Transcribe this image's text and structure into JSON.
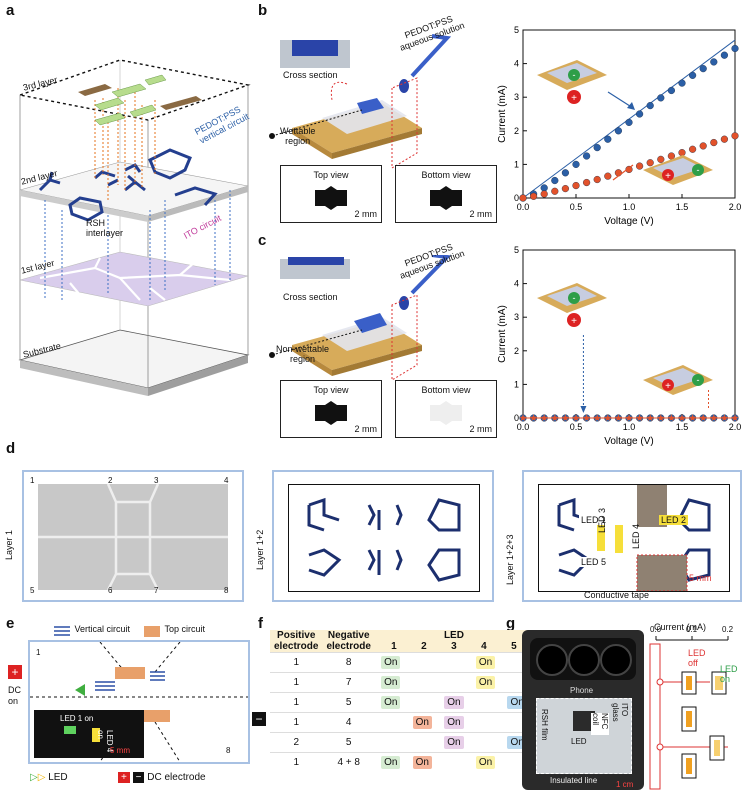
{
  "panels": {
    "a": "a",
    "b": "b",
    "c": "c",
    "d": "d",
    "e": "e",
    "f": "f",
    "g": "g"
  },
  "a": {
    "layer3": "3rd layer",
    "layer2": "2nd layer",
    "layer1": "1st layer",
    "substrate": "Substrate",
    "pedot": "PEDOT:PSS",
    "vertical": "vertical circuit",
    "rsh": "RSH",
    "interlayer": "interlayer",
    "ito": "ITO circuit"
  },
  "b": {
    "cross_section": "Cross section",
    "pedot": "PEDOT:PSS",
    "aqueous": "aqueous solution",
    "region": "Wettable",
    "region2": "region",
    "top_view": "Top view",
    "bottom_view": "Bottom view",
    "scale": "2 mm"
  },
  "c": {
    "cross_section": "Cross section",
    "pedot": "PEDOT:PSS",
    "aqueous": "aqueous solution",
    "region": "Non-wettable",
    "region2": "region",
    "top_view": "Top view",
    "bottom_view": "Bottom view",
    "scale": "2 mm"
  },
  "chart_data": [
    {
      "type": "scatter",
      "xlabel": "Voltage (V)",
      "ylabel": "Current (mA)",
      "xlim": [
        0,
        2.0
      ],
      "ylim": [
        0,
        5
      ],
      "xticks": [
        "0.0",
        "0.5",
        "1.0",
        "1.5",
        "2.0"
      ],
      "yticks": [
        "0",
        "1",
        "2",
        "3",
        "4",
        "5"
      ],
      "series": [
        {
          "color": "#2b5fa6",
          "x": [
            0,
            0.1,
            0.2,
            0.3,
            0.4,
            0.5,
            0.6,
            0.7,
            0.8,
            0.9,
            1.0,
            1.1,
            1.2,
            1.3,
            1.4,
            1.5,
            1.6,
            1.7,
            1.8,
            1.9,
            2.0
          ],
          "y": [
            0,
            0.12,
            0.3,
            0.52,
            0.75,
            1.0,
            1.25,
            1.5,
            1.75,
            2.0,
            2.25,
            2.5,
            2.75,
            2.98,
            3.2,
            3.42,
            3.65,
            3.85,
            4.05,
            4.25,
            4.45
          ]
        },
        {
          "color": "#e2522b",
          "x": [
            0,
            0.1,
            0.2,
            0.3,
            0.4,
            0.5,
            0.6,
            0.7,
            0.8,
            0.9,
            1.0,
            1.1,
            1.2,
            1.3,
            1.4,
            1.5,
            1.6,
            1.7,
            1.8,
            1.9,
            2.0
          ],
          "y": [
            0,
            0.05,
            0.12,
            0.2,
            0.28,
            0.37,
            0.46,
            0.55,
            0.65,
            0.75,
            0.85,
            0.95,
            1.05,
            1.15,
            1.25,
            1.35,
            1.45,
            1.55,
            1.65,
            1.75,
            1.85
          ]
        }
      ],
      "fit_line": {
        "x": [
          0,
          2.0
        ],
        "y": [
          0,
          4.7
        ]
      }
    },
    {
      "type": "scatter",
      "xlabel": "Voltage (V)",
      "ylabel": "Current (mA)",
      "xlim": [
        0,
        2.0
      ],
      "ylim": [
        0,
        5
      ],
      "xticks": [
        "0.0",
        "0.5",
        "1.0",
        "1.5",
        "2.0"
      ],
      "yticks": [
        "0",
        "1",
        "2",
        "3",
        "4",
        "5"
      ],
      "series": [
        {
          "color": "#2b5fa6",
          "x": [
            0,
            0.1,
            0.2,
            0.3,
            0.4,
            0.5,
            0.6,
            0.7,
            0.8,
            0.9,
            1.0,
            1.1,
            1.2,
            1.3,
            1.4,
            1.5,
            1.6,
            1.7,
            1.8,
            1.9,
            2.0
          ],
          "y": [
            0,
            0,
            0,
            0,
            0,
            0,
            0,
            0,
            0,
            0,
            0,
            0,
            0,
            0,
            0,
            0,
            0,
            0,
            0,
            0,
            0
          ]
        },
        {
          "color": "#e2522b",
          "x": [
            0,
            0.1,
            0.2,
            0.3,
            0.4,
            0.5,
            0.6,
            0.7,
            0.8,
            0.9,
            1.0,
            1.1,
            1.2,
            1.3,
            1.4,
            1.5,
            1.6,
            1.7,
            1.8,
            1.9,
            2.0
          ],
          "y": [
            0,
            0,
            0,
            0,
            0,
            0,
            0,
            0,
            0,
            0,
            0,
            0,
            0,
            0,
            0,
            0,
            0,
            0,
            0,
            0,
            0
          ]
        }
      ]
    }
  ],
  "d": {
    "layer1": "Layer 1",
    "layer12": "Layer 1+2",
    "layer123": "Layer 1+2+3",
    "nums": [
      "1",
      "2",
      "3",
      "4",
      "5",
      "6",
      "7",
      "8"
    ],
    "leds": [
      "LED 1",
      "LED 2",
      "LED 3",
      "LED 4",
      "LED 5"
    ],
    "scale": "5 mm",
    "tape": "Conductive tape"
  },
  "e": {
    "vertical": "Vertical circuit",
    "top": "Top circuit",
    "dc": "DC",
    "on": "on",
    "n1": "1",
    "n8": "8",
    "led1": "LED 1 on",
    "led4": "LED 4 on",
    "scale": "5 mm",
    "led_legend": "LED",
    "dc_electrode": "DC electrode"
  },
  "f": {
    "col_pos": "Positive",
    "col_pos2": "electrode",
    "col_neg": "Negative",
    "col_neg2": "electrode",
    "col_led": "LED",
    "led_nums": [
      "1",
      "2",
      "3",
      "4",
      "5"
    ],
    "rows": [
      {
        "pos": "1",
        "neg": "8",
        "on": [
          1,
          4
        ]
      },
      {
        "pos": "1",
        "neg": "7",
        "on": [
          1,
          4
        ]
      },
      {
        "pos": "1",
        "neg": "5",
        "on": [
          1,
          3,
          5
        ]
      },
      {
        "pos": "1",
        "neg": "4",
        "on": [
          2,
          3
        ]
      },
      {
        "pos": "2",
        "neg": "5",
        "on": [
          3,
          5
        ]
      },
      {
        "pos": "1",
        "neg": "4 + 8",
        "on": [
          1,
          2,
          4
        ]
      }
    ],
    "on_label": "On",
    "colors": {
      "1": "#d6ecd2",
      "2": "#f3b49a",
      "3": "#e7cfe8",
      "4": "#fbf2a8",
      "5": "#b8d8ef"
    }
  },
  "g": {
    "phone": "Phone",
    "rsh": "RSH film",
    "led": "LED",
    "nfc": "NFC coil",
    "ito": "ITO glass",
    "insulated": "Insulated line",
    "scale": "1 cm",
    "current": "Current (mA)",
    "ticks": [
      "0.0",
      "0.1",
      "0.2"
    ],
    "led_off": "LED",
    "off": "off",
    "led_on": "LED",
    "on2": "on"
  }
}
